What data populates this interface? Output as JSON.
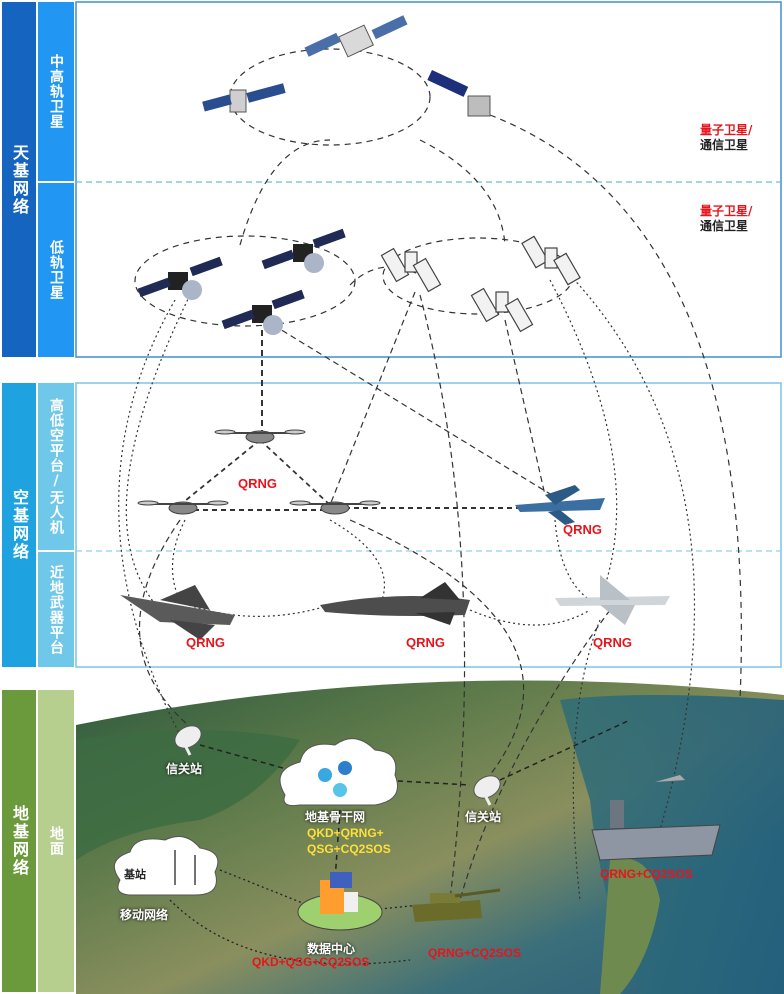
{
  "bands": {
    "space": {
      "label": "天基网络",
      "sub_high": "中高轨卫星",
      "sub_low": "低轨卫星",
      "color": "#1565c0",
      "sub_color": "#2196f3"
    },
    "air": {
      "label": "空基网络",
      "sub_platform": "高低空平台/无人机",
      "sub_weapon": "近地武器平台",
      "color": "#1ea3e0",
      "sub_color": "#6fc7ea"
    },
    "ground": {
      "label": "地基网络",
      "sub": "地面",
      "color": "#6b9a3c",
      "sub_color": "#b6cf8f"
    }
  },
  "notes": {
    "high_sat_red": "量子卫星/",
    "high_sat_black": "通信卫星",
    "low_sat_red": "量子卫星/",
    "low_sat_black": "通信卫星"
  },
  "qrng_labels": {
    "drone_top": "QRNG",
    "uav_right": "QRNG",
    "jet_left": "QRNG",
    "jet_mid": "QRNG",
    "jet_right": "QRNG"
  },
  "ground_labels": {
    "gateway_left": "信关站",
    "gateway_right": "信关站",
    "backbone_title": "地基骨干网",
    "backbone_line1": "QKD+QRNG+",
    "backbone_line2": "QSG+CQ2SOS",
    "base_station": "基站",
    "mobile_net": "移动网络",
    "datacenter_title": "数据中心",
    "datacenter_line": "QKD+QSG+CQ2SOS",
    "tank_line": "QRNG+CQ2SOS",
    "carrier_line": "QRNG+CQ2SOS"
  },
  "colors": {
    "qrng_red": "#e8141c",
    "divider": "#6fb7e0"
  }
}
